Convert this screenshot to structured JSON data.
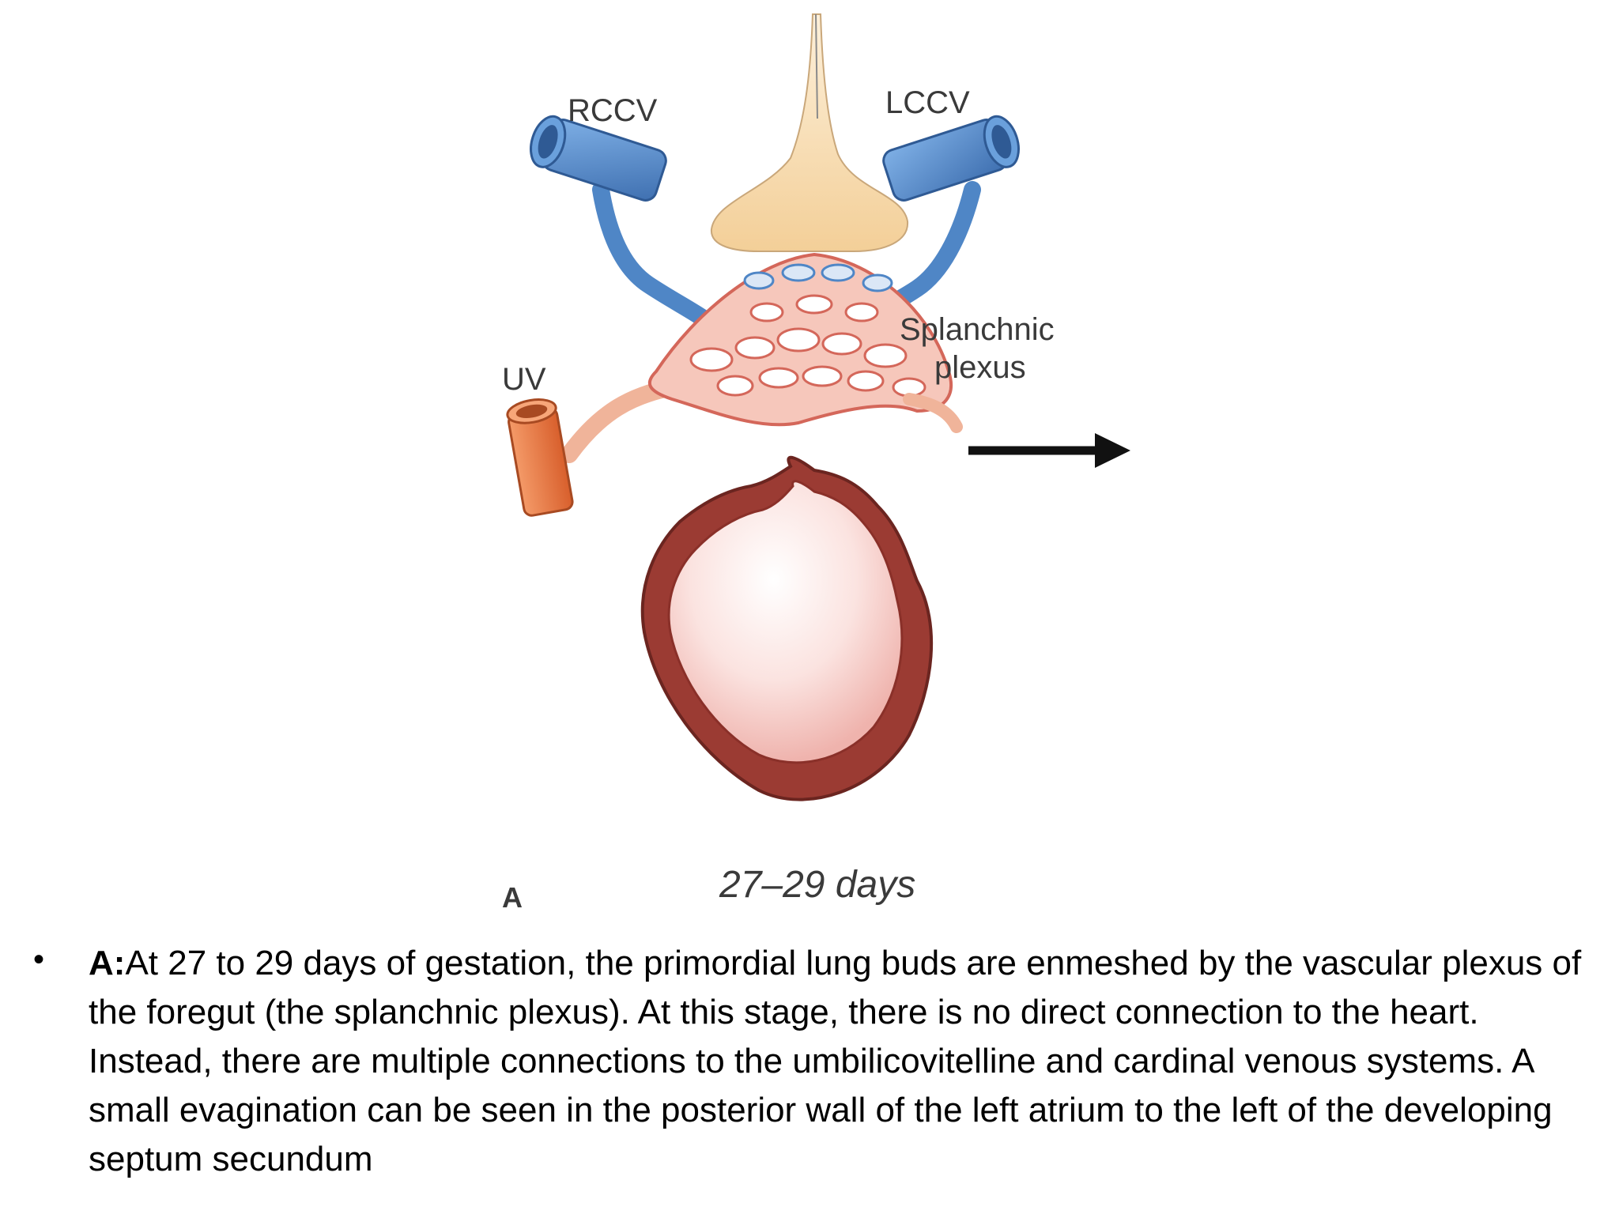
{
  "diagram": {
    "labels": {
      "rccv": "RCCV",
      "lccv": "LCCV",
      "uv": "UV",
      "splanchnic_line1": "Splanchnic",
      "splanchnic_line2": "plexus",
      "panel": "A",
      "stage": "27–29 days"
    },
    "colors": {
      "cardinal_vein": "#4f86c6",
      "umbilical_vein": "#e8743f",
      "plexus_vessel": "#e06f5f",
      "lung_bud": "#f6d8a8",
      "heart_wall": "#9b3b33",
      "heart_inner": "#f6c9c4",
      "arrow": "#111111"
    }
  },
  "caption": {
    "bullet": "•",
    "lead": "A:",
    "text": "At 27 to 29 days of gestation, the primordial lung buds are enmeshed by the vascular plexus of the foregut (the splanchnic plexus). At this stage, there is no direct connection to the heart. Instead, there are multiple connections to the umbilicovitelline and cardinal venous systems. A small evagination can be seen in the posterior wall of the left atrium to the left of the developing septum secundum"
  }
}
